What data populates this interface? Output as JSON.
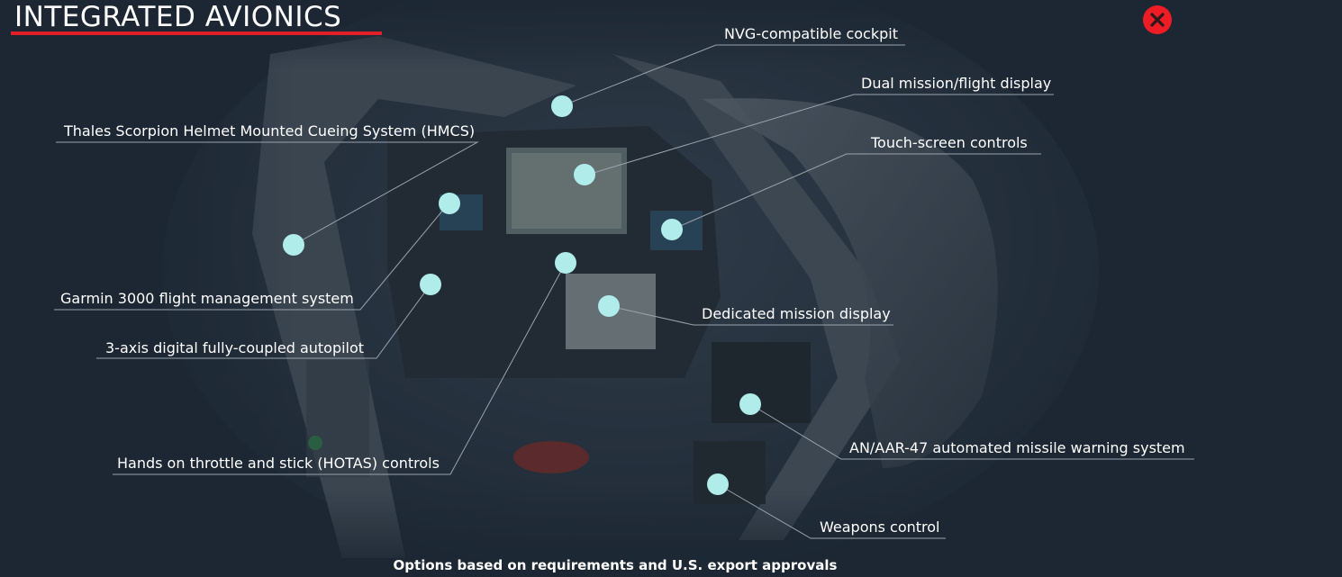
{
  "page": {
    "title": "INTEGRATED AVIONICS",
    "close_icon": "close-icon",
    "footnote": "Options based on requirements and U.S. export approvals"
  },
  "colors": {
    "background": "#1c2733",
    "title_underline": "#e01f26",
    "close_button": "#ee1c25",
    "hotspot": "#b0ecea",
    "leader_line": "#9aa3ad"
  },
  "callouts": [
    {
      "id": "nvg",
      "label": "NVG-compatible cockpit"
    },
    {
      "id": "dual-display",
      "label": "Dual mission/flight display"
    },
    {
      "id": "hmcs",
      "label": "Thales Scorpion Helmet Mounted Cueing System (HMCS)"
    },
    {
      "id": "touch-screen",
      "label": "Touch-screen controls"
    },
    {
      "id": "garmin",
      "label": "Garmin 3000 flight management system"
    },
    {
      "id": "mission-display",
      "label": "Dedicated mission display"
    },
    {
      "id": "autopilot",
      "label": "3-axis digital fully-coupled autopilot"
    },
    {
      "id": "missile-warning",
      "label": "AN/AAR-47 automated missile warning system"
    },
    {
      "id": "hotas",
      "label": "Hands on throttle and stick (HOTAS) controls"
    },
    {
      "id": "weapons",
      "label": "Weapons control"
    }
  ]
}
